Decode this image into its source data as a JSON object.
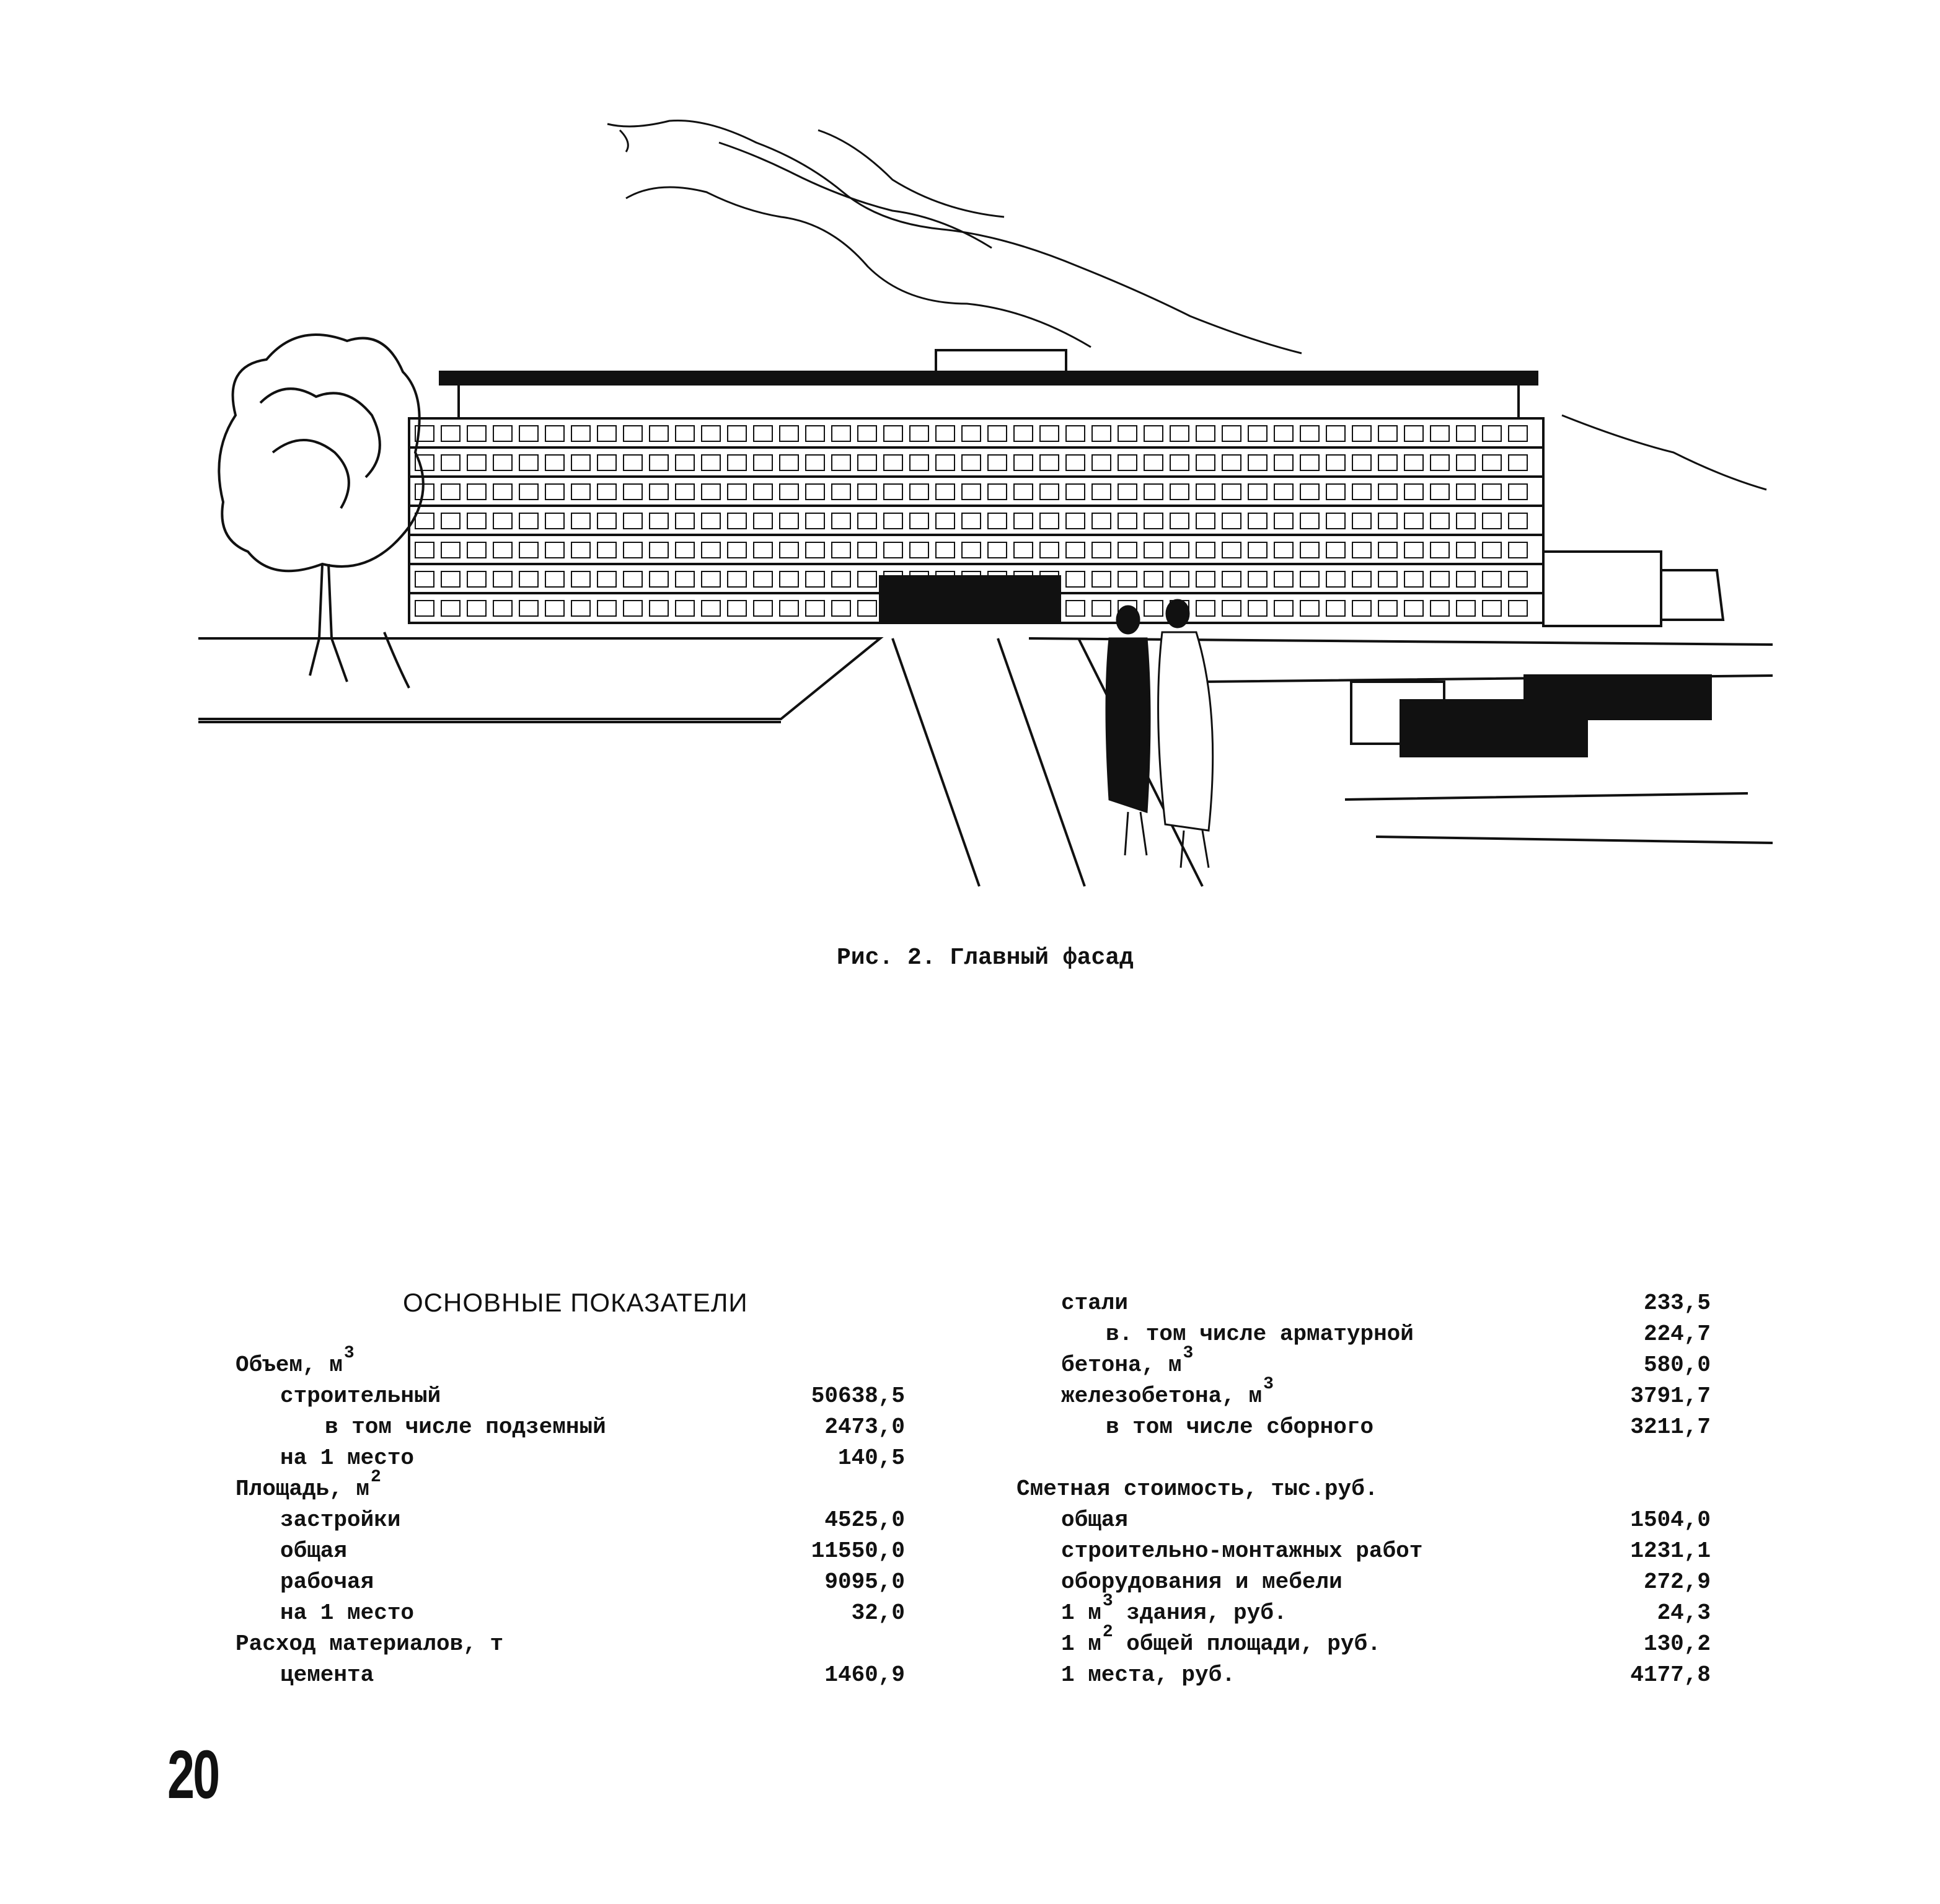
{
  "figure": {
    "caption": "Рис. 2. Главный фасад",
    "palette": {
      "ink": "#111111",
      "paper": "#ffffff"
    }
  },
  "indicators": {
    "title": "ОСНОВНЫЕ ПОКАЗАТЕЛИ",
    "left": [
      {
        "label": "Объем, м",
        "sup": "3",
        "value": "",
        "indent": 0
      },
      {
        "label": "строительный",
        "value": "50638,5",
        "indent": 1
      },
      {
        "label": "в том числе подземный",
        "value": "2473,0",
        "indent": 2
      },
      {
        "label": "на 1 место",
        "value": "140,5",
        "indent": 1
      },
      {
        "label": "Площадь, м",
        "sup": "2",
        "value": "",
        "indent": 0
      },
      {
        "label": "застройки",
        "value": "4525,0",
        "indent": 1
      },
      {
        "label": "общая",
        "value": "11550,0",
        "indent": 1
      },
      {
        "label": "рабочая",
        "value": "9095,0",
        "indent": 1
      },
      {
        "label": "на 1 место",
        "value": "32,0",
        "indent": 1
      },
      {
        "label": "Расход материалов, т",
        "value": "",
        "indent": 0
      },
      {
        "label": "цемента",
        "value": "1460,9",
        "indent": 1
      }
    ],
    "right": [
      {
        "label": "стали",
        "value": "233,5",
        "indent": 1
      },
      {
        "label": "в. том числе арматурной",
        "value": "224,7",
        "indent": 2
      },
      {
        "label": "бетона, м",
        "sup": "3",
        "value": "580,0",
        "indent": 1
      },
      {
        "label": "железобетона, м",
        "sup": "3",
        "value": "3791,7",
        "indent": 1
      },
      {
        "label": "в том числе сборного",
        "value": "3211,7",
        "indent": 2
      },
      {
        "label": "",
        "value": "",
        "indent": 0
      },
      {
        "label": "Сметная стоимость, тыс.руб.",
        "value": "",
        "indent": 0
      },
      {
        "label": "общая",
        "value": "1504,0",
        "indent": 1
      },
      {
        "label": "строительно-монтажных работ",
        "value": "1231,1",
        "indent": 1
      },
      {
        "label": "оборудования и мебели",
        "value": "272,9",
        "indent": 1
      },
      {
        "label": "1 м",
        "sup": "3",
        "labelTail": " здания, руб.",
        "value": "24,3",
        "indent": 1
      },
      {
        "label": "1 м",
        "sup": "2",
        "labelTail": " общей площади, руб.",
        "value": "130,2",
        "indent": 1
      },
      {
        "label": "1 места, руб.",
        "value": "4177,8",
        "indent": 1
      }
    ]
  },
  "page": {
    "number": "20"
  }
}
